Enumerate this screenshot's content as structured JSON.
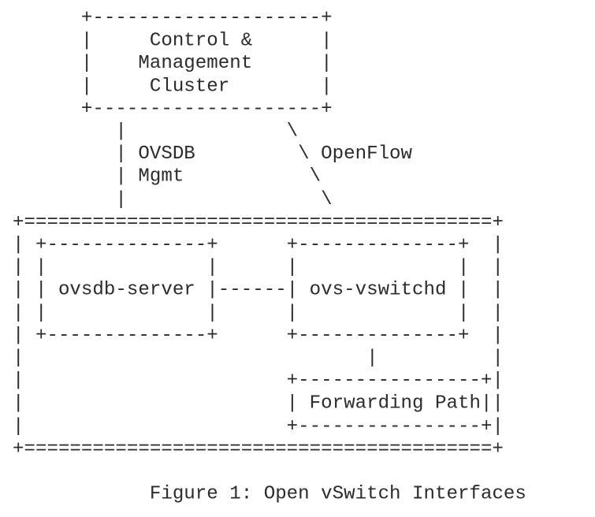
{
  "diagram_lines": [
    "      +--------------------+",
    "      |     Control &      |",
    "      |    Management      |",
    "      |     Cluster        |",
    "      +--------------------+",
    "         |              \\",
    "         | OVSDB         \\ OpenFlow",
    "         | Mgmt           \\",
    "         |                 \\",
    "+=========================================+",
    "| +--------------+      +--------------+  |",
    "| |              |      |              |  |",
    "| | ovsdb-server |------| ovs-vswitchd |  |",
    "| |              |      |              |  |",
    "| +--------------+      +--------------+  |",
    "|                              |          |",
    "|                       +----------------+|",
    "|                       | Forwarding Path||",
    "|                       +----------------+|",
    "+=========================================+",
    "",
    "            Figure 1: Open vSwitch Interfaces"
  ]
}
